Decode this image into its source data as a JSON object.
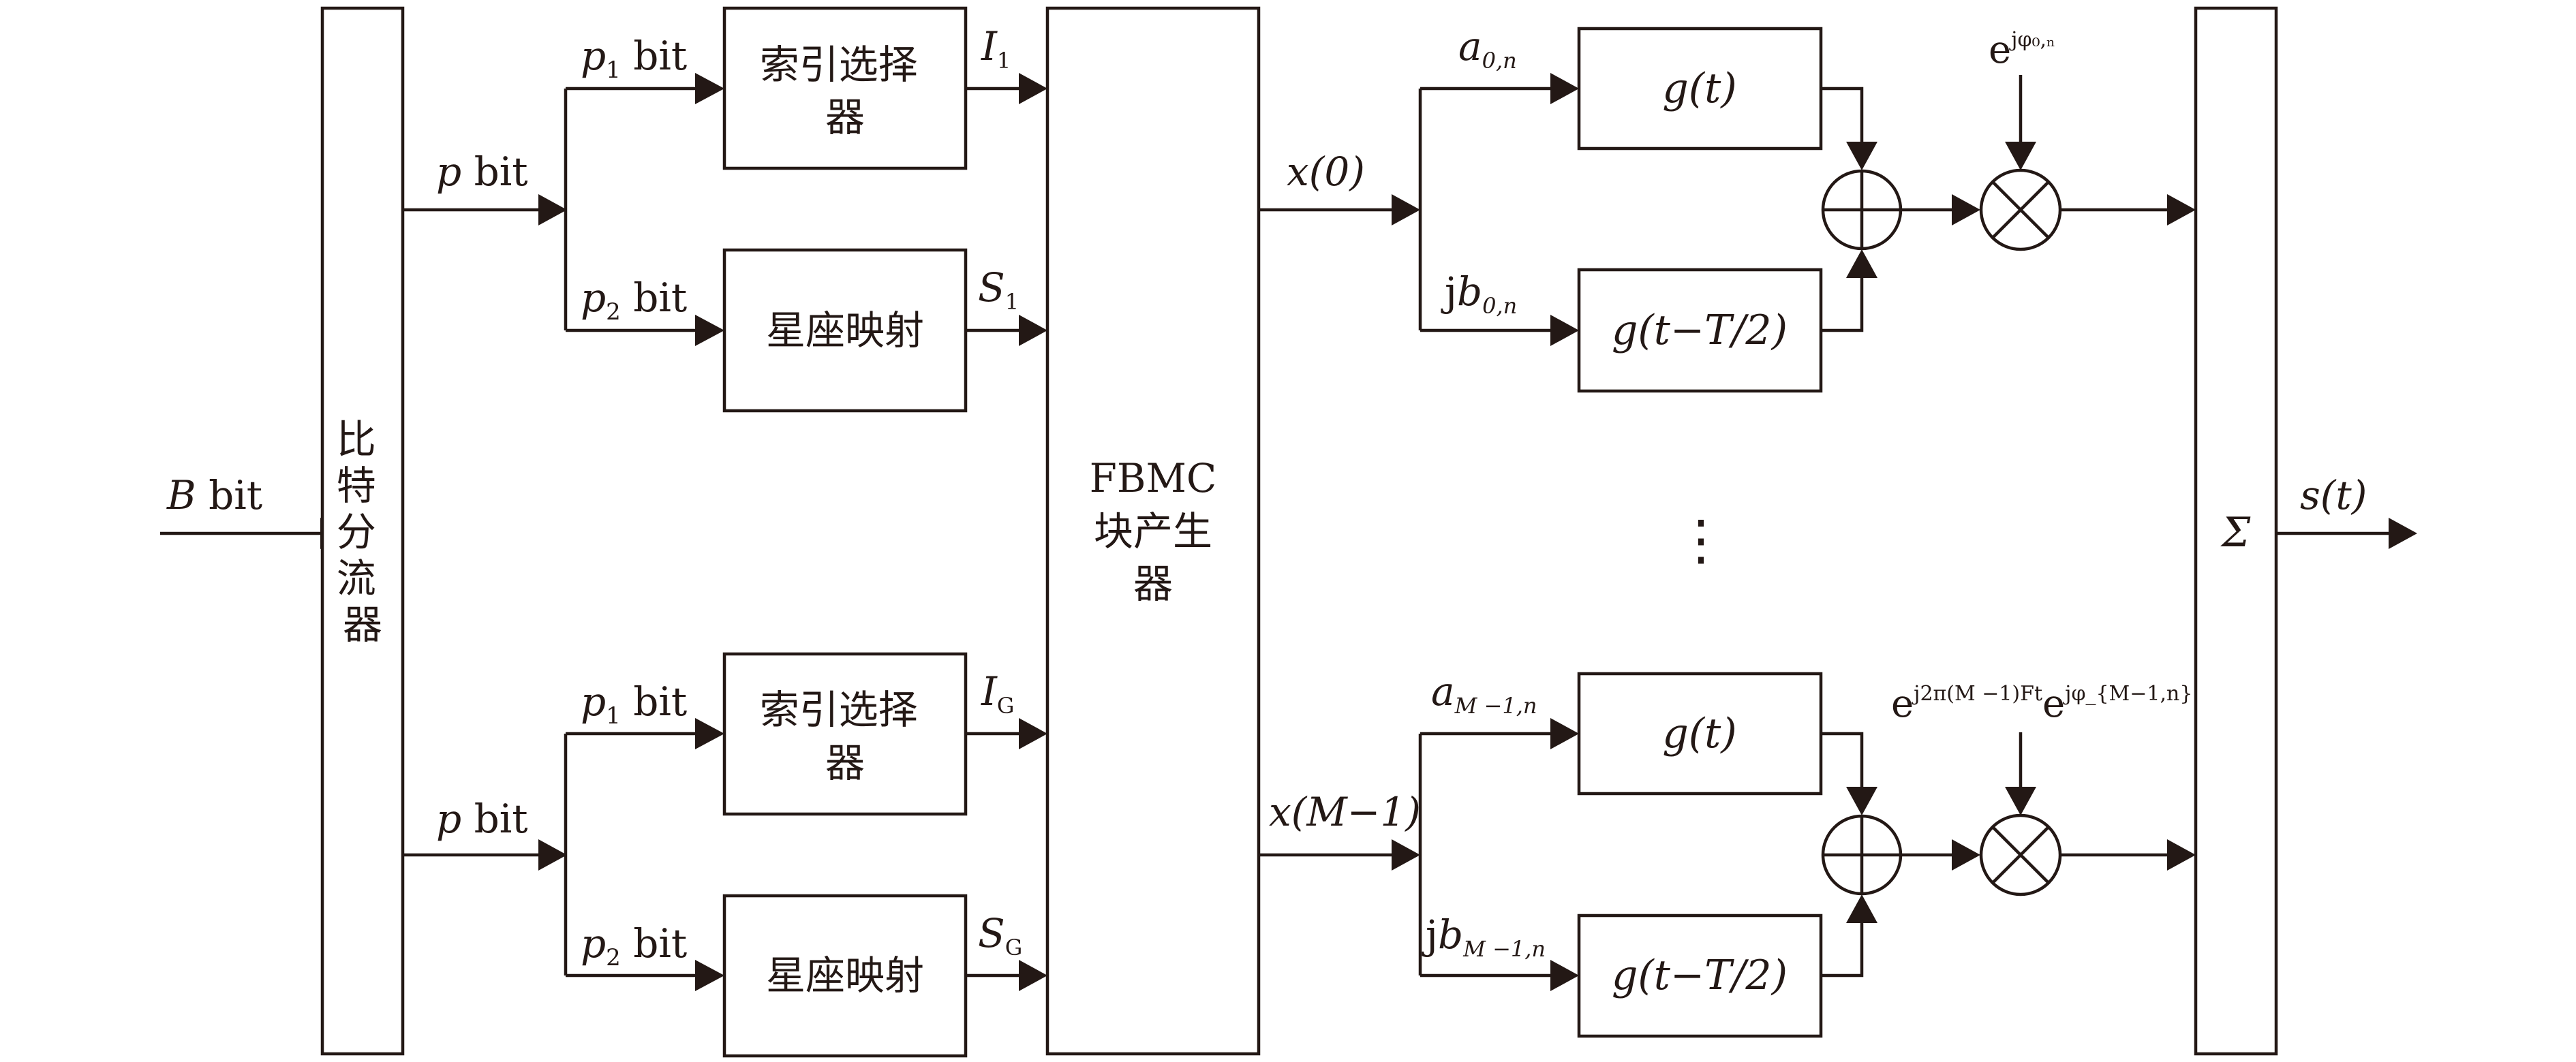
{
  "colors": {
    "ink": "#231815",
    "background": "#ffffff"
  },
  "input": {
    "label_var": "B",
    "label_unit": "bit"
  },
  "output": {
    "label": "s(t)"
  },
  "splitter": {
    "label": "比特分流器"
  },
  "branch_bits": {
    "var": "p",
    "unit": "bit"
  },
  "sub_bits": {
    "first": {
      "var": "p",
      "sub": "1",
      "unit": "bit"
    },
    "second": {
      "var": "p",
      "sub": "2",
      "unit": "bit"
    }
  },
  "index_selector": {
    "label_line1": "索引选择",
    "label_line2": "器"
  },
  "constellation_mapper": {
    "label": "星座映射"
  },
  "fbmc_block": {
    "line1": "FBMC",
    "line2": "块产生",
    "line3": "器"
  },
  "signals": {
    "I1": {
      "var": "I",
      "sub": "1"
    },
    "S1": {
      "var": "S",
      "sub": "1"
    },
    "IG": {
      "var": "I",
      "sub": "G"
    },
    "SG": {
      "var": "S",
      "sub": "G"
    },
    "x0": "x(0)",
    "xM1": "x(M−1)"
  },
  "upper_chain": {
    "a_var": "a",
    "a_sub": "0,n",
    "b_prefix": "j",
    "b_var": "b",
    "b_sub": "0,n",
    "filter_top": "g(t)",
    "filter_bottom": "g(t−T/2)",
    "phase_base": "e",
    "phase_exp": "jφ₀,ₙ"
  },
  "lower_chain": {
    "a_var": "a",
    "a_sub": "M −1,n",
    "b_prefix": "j",
    "b_var": "b",
    "b_sub": "M −1,n",
    "filter_top": "g(t)",
    "filter_bottom": "g(t−T/2)",
    "phase_base": "e",
    "phase_exp1": "j2π(M −1)Ft",
    "phase_base2": "e",
    "phase_exp2": "jφ_{M−1,n}"
  },
  "ellipsis": "⋮",
  "sum_block": {
    "label": "Σ"
  }
}
